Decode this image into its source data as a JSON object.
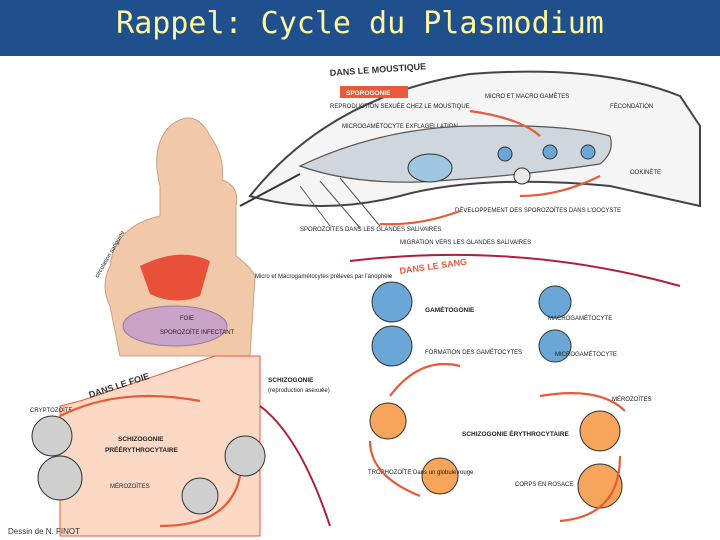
{
  "title": "Rappel: Cycle du Plasmodium",
  "colors": {
    "title_bar": "#1f4f8c",
    "title_text": "#fff7a0",
    "arrow": "#e85a3a",
    "liver": "#c9a3c8",
    "heart": "#e8503a",
    "skin": "#f2c9a8",
    "blood_arc": "#b0203a"
  },
  "mosquito": {
    "header": "DANS LE MOUSTIQUE",
    "sporogonie_badge": "SPOROGONIE",
    "labels": {
      "reproduction": "REPRODUCTION SEXUÉE CHEZ LE MOUSTIQUE",
      "micro_macro": "MICRO ET MACRO GAMÈTES",
      "fecondation": "FÉCONDATION",
      "exflagellation": "MICROGAMÉTOCYTE EXFLAGELLATION",
      "ookinete": "OOKINÈTE",
      "developpement": "DÉVELOPPEMENT DES SPOROZOÏTES DANS L'OOCYSTE",
      "sporozoites_glandes": "SPOROZOÏTES DANS LES GLANDES SALIVAIRES",
      "migration": "MIGRATION VERS LES GLANDES SALIVAIRES"
    }
  },
  "human": {
    "circulation": "circulation sanguine",
    "foie": "FOIE",
    "sporozoite": "SPOROZOÏTE INFECTANT",
    "micro_macro_prelevement": "Micro et Macrogamétocytes prélevés par l'anophèle"
  },
  "blood": {
    "header": "DANS LE SANG",
    "gametogonie": "GAMÉTOGONIE",
    "macrogametocyte": "MACROGAMÉTOCYTE",
    "formation": "FORMATION DES GAMÉTOCYTES",
    "microgametocyte": "MICROGAMÉTOCYTE",
    "merozoites": "MÉROZOÏTES",
    "schizogonie_ery": "SCHIZOGONIE ÉRYTHROCYTAIRE",
    "trophozoite": "TROPHOZOÏTE Dans un globule rouge",
    "corps_rosace": "CORPS EN ROSACE"
  },
  "liver": {
    "header": "DANS LE FOIE",
    "schizogonie_title": "SCHIZOGONIE",
    "schizogonie_sub": "(reproduction asexuée)",
    "cryptozoite": "CRYPTOZOÏTE",
    "preerythro_1": "SCHIZOGONIE",
    "preerythro_2": "PRÉÉRYTHROCYTAIRE",
    "merozoites": "MÉROZOÏTES"
  },
  "credit": "Dessin de N. FINOT"
}
